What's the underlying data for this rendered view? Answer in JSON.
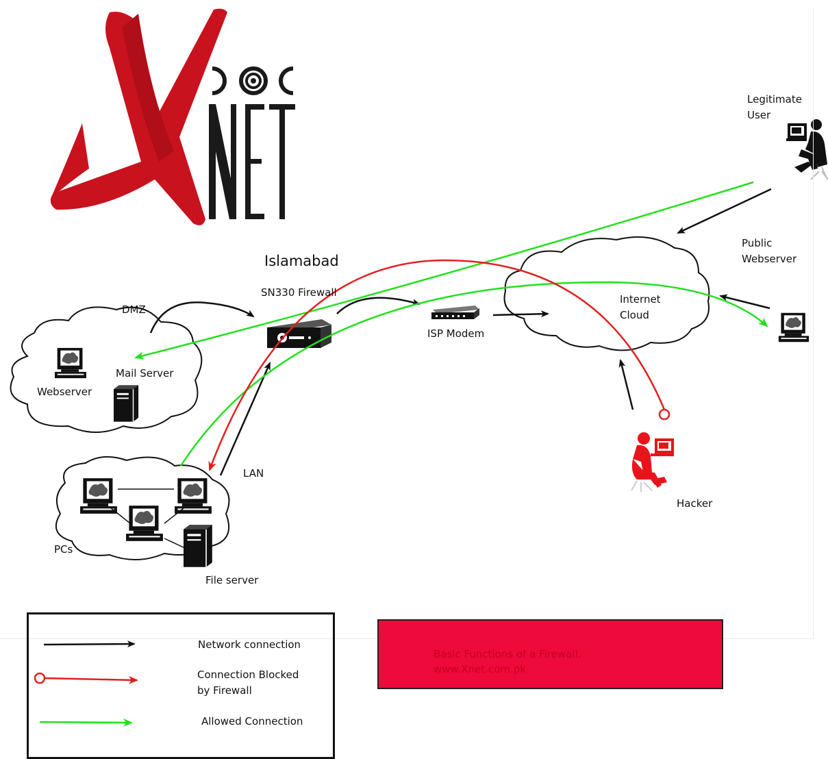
{
  "logo": {
    "letter": "X",
    "top_mark": "DOC",
    "word": "NET",
    "colors": {
      "x": "#c8121e",
      "text": "#1a1a1a"
    }
  },
  "labels": {
    "islamabad": "Islamabad",
    "firewall": "SN330 Firewall",
    "dmz": "DMZ",
    "isp_modem": "ISP Modem",
    "internet_cloud": "Internet\nCloud",
    "legitimate_user": "Legitimate\nUser",
    "public_webserver": "Public\nWebserver",
    "mail_server": "Mail Server",
    "webserver": "Webserver",
    "lan": "LAN",
    "pcs": "PCs",
    "file_server": "File server",
    "hacker": "Hacker"
  },
  "legend": [
    {
      "label": "Network connection",
      "color": "#111111",
      "style": "arrow"
    },
    {
      "label": "Connection Blocked\n by Firewall",
      "color": "#e0201e",
      "style": "blocked"
    },
    {
      "label": "Allowed Connection",
      "color": "#22e01e",
      "style": "arrow"
    }
  ],
  "caption": {
    "line1": "Basic Functions of a Firewall.",
    "line2": "www.Xnet.com.pk"
  },
  "colors": {
    "network": "#111111",
    "blocked": "#e0201e",
    "allowed": "#22e01e",
    "caption_bg": "#ee0a3a",
    "hacker": "#e8141c"
  },
  "icons": [
    "x-logo",
    "firewall-device-icon",
    "isp-modem-icon",
    "cloud-icon",
    "computer-monitor-icon",
    "server-tower-icon",
    "legitimate-user-icon",
    "hacker-icon"
  ]
}
